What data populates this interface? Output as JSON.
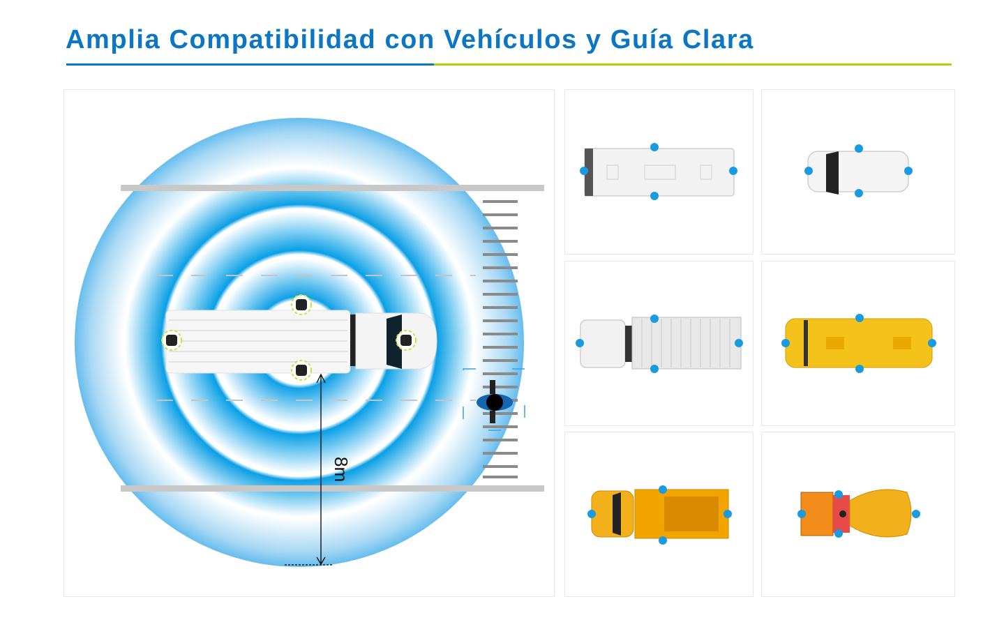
{
  "title": "Amplia Compatibilidad con Vehículos y Guía Clara",
  "diagram": {
    "distance_label": "8m"
  },
  "vehicles": [
    {
      "name": "bus"
    },
    {
      "name": "suv"
    },
    {
      "name": "box-truck"
    },
    {
      "name": "school-bus"
    },
    {
      "name": "dump-truck"
    },
    {
      "name": "cement-mixer"
    }
  ],
  "colors": {
    "accent": "#0a76c4",
    "rule_green": "#b4cf0a",
    "dot": "#1a9be0"
  }
}
